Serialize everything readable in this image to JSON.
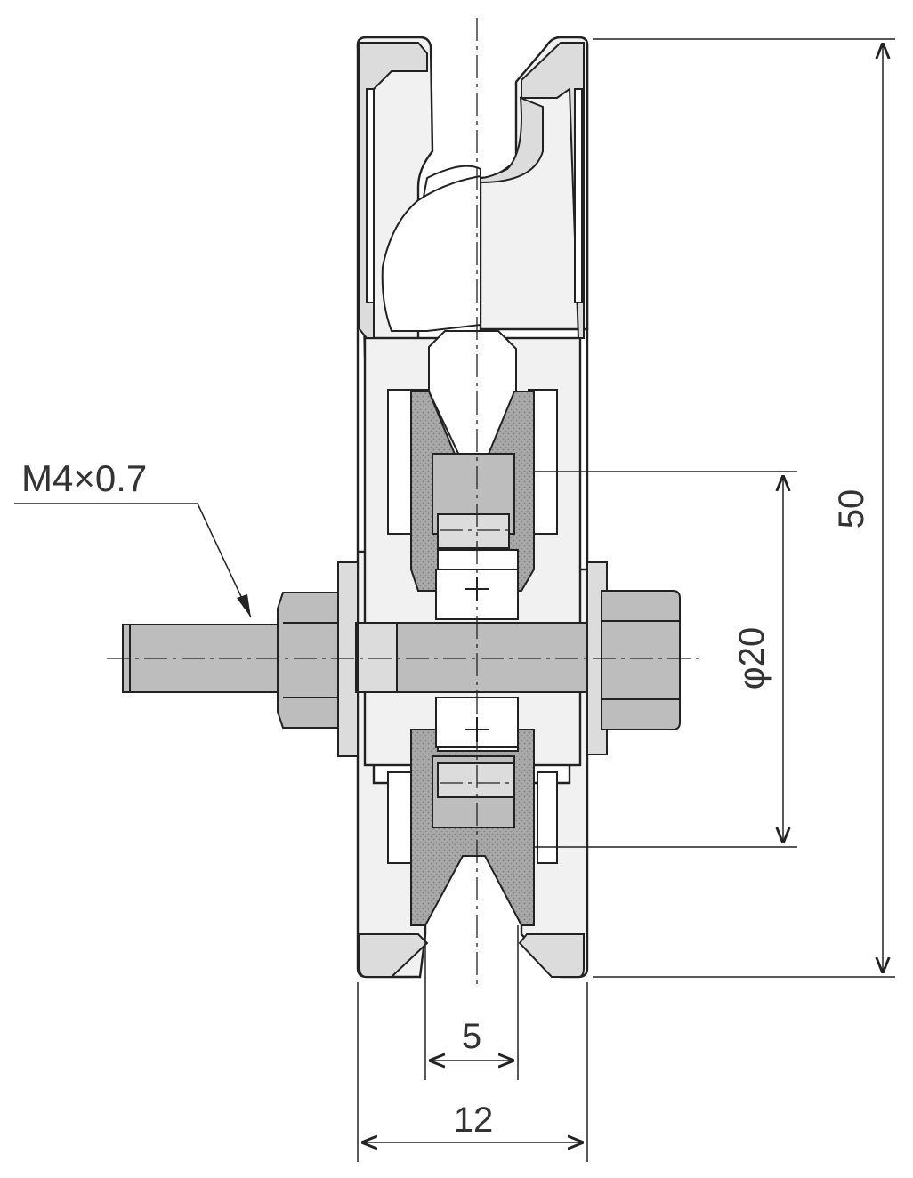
{
  "dimensions": {
    "height": "50",
    "groove_dia": "φ20",
    "groove_width": "5",
    "total_width": "12"
  },
  "thread_spec": "M4×0.7",
  "colors": {
    "line": "#222222",
    "body_fill": "#f1f1f1",
    "shade": "#bdbdbd",
    "dark_shade": "#9b9b9b"
  }
}
